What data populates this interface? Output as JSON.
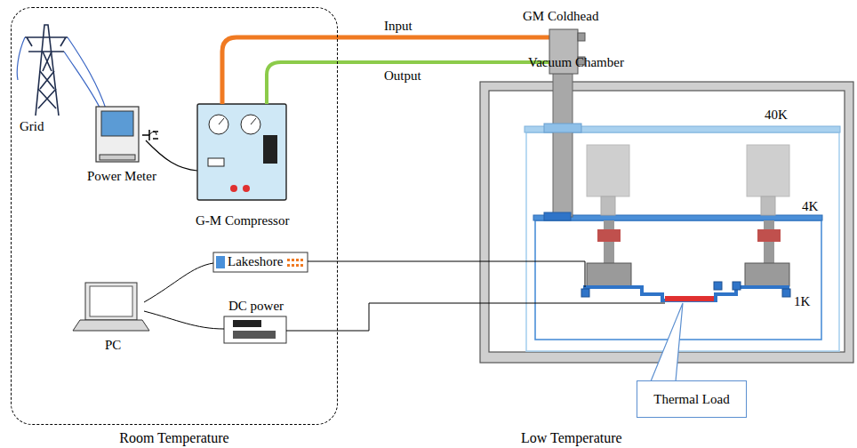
{
  "diagram": {
    "nodes": [
      {
        "text": [
          "Room Temperature"
        ]
      },
      {
        "text": [
          "Vacuum Chamber"
        ]
      },
      {
        "text": [
          "Thermal Load"
        ]
      }
    ],
    "labels": [
      "Grid",
      "Power Meter",
      "G-M Compressor",
      "Input",
      "Output",
      "GM Coldhead",
      "40K",
      "4K",
      "1K",
      "Lakeshore",
      "PC",
      "DC power",
      "Low Temperature"
    ]
  }
}
